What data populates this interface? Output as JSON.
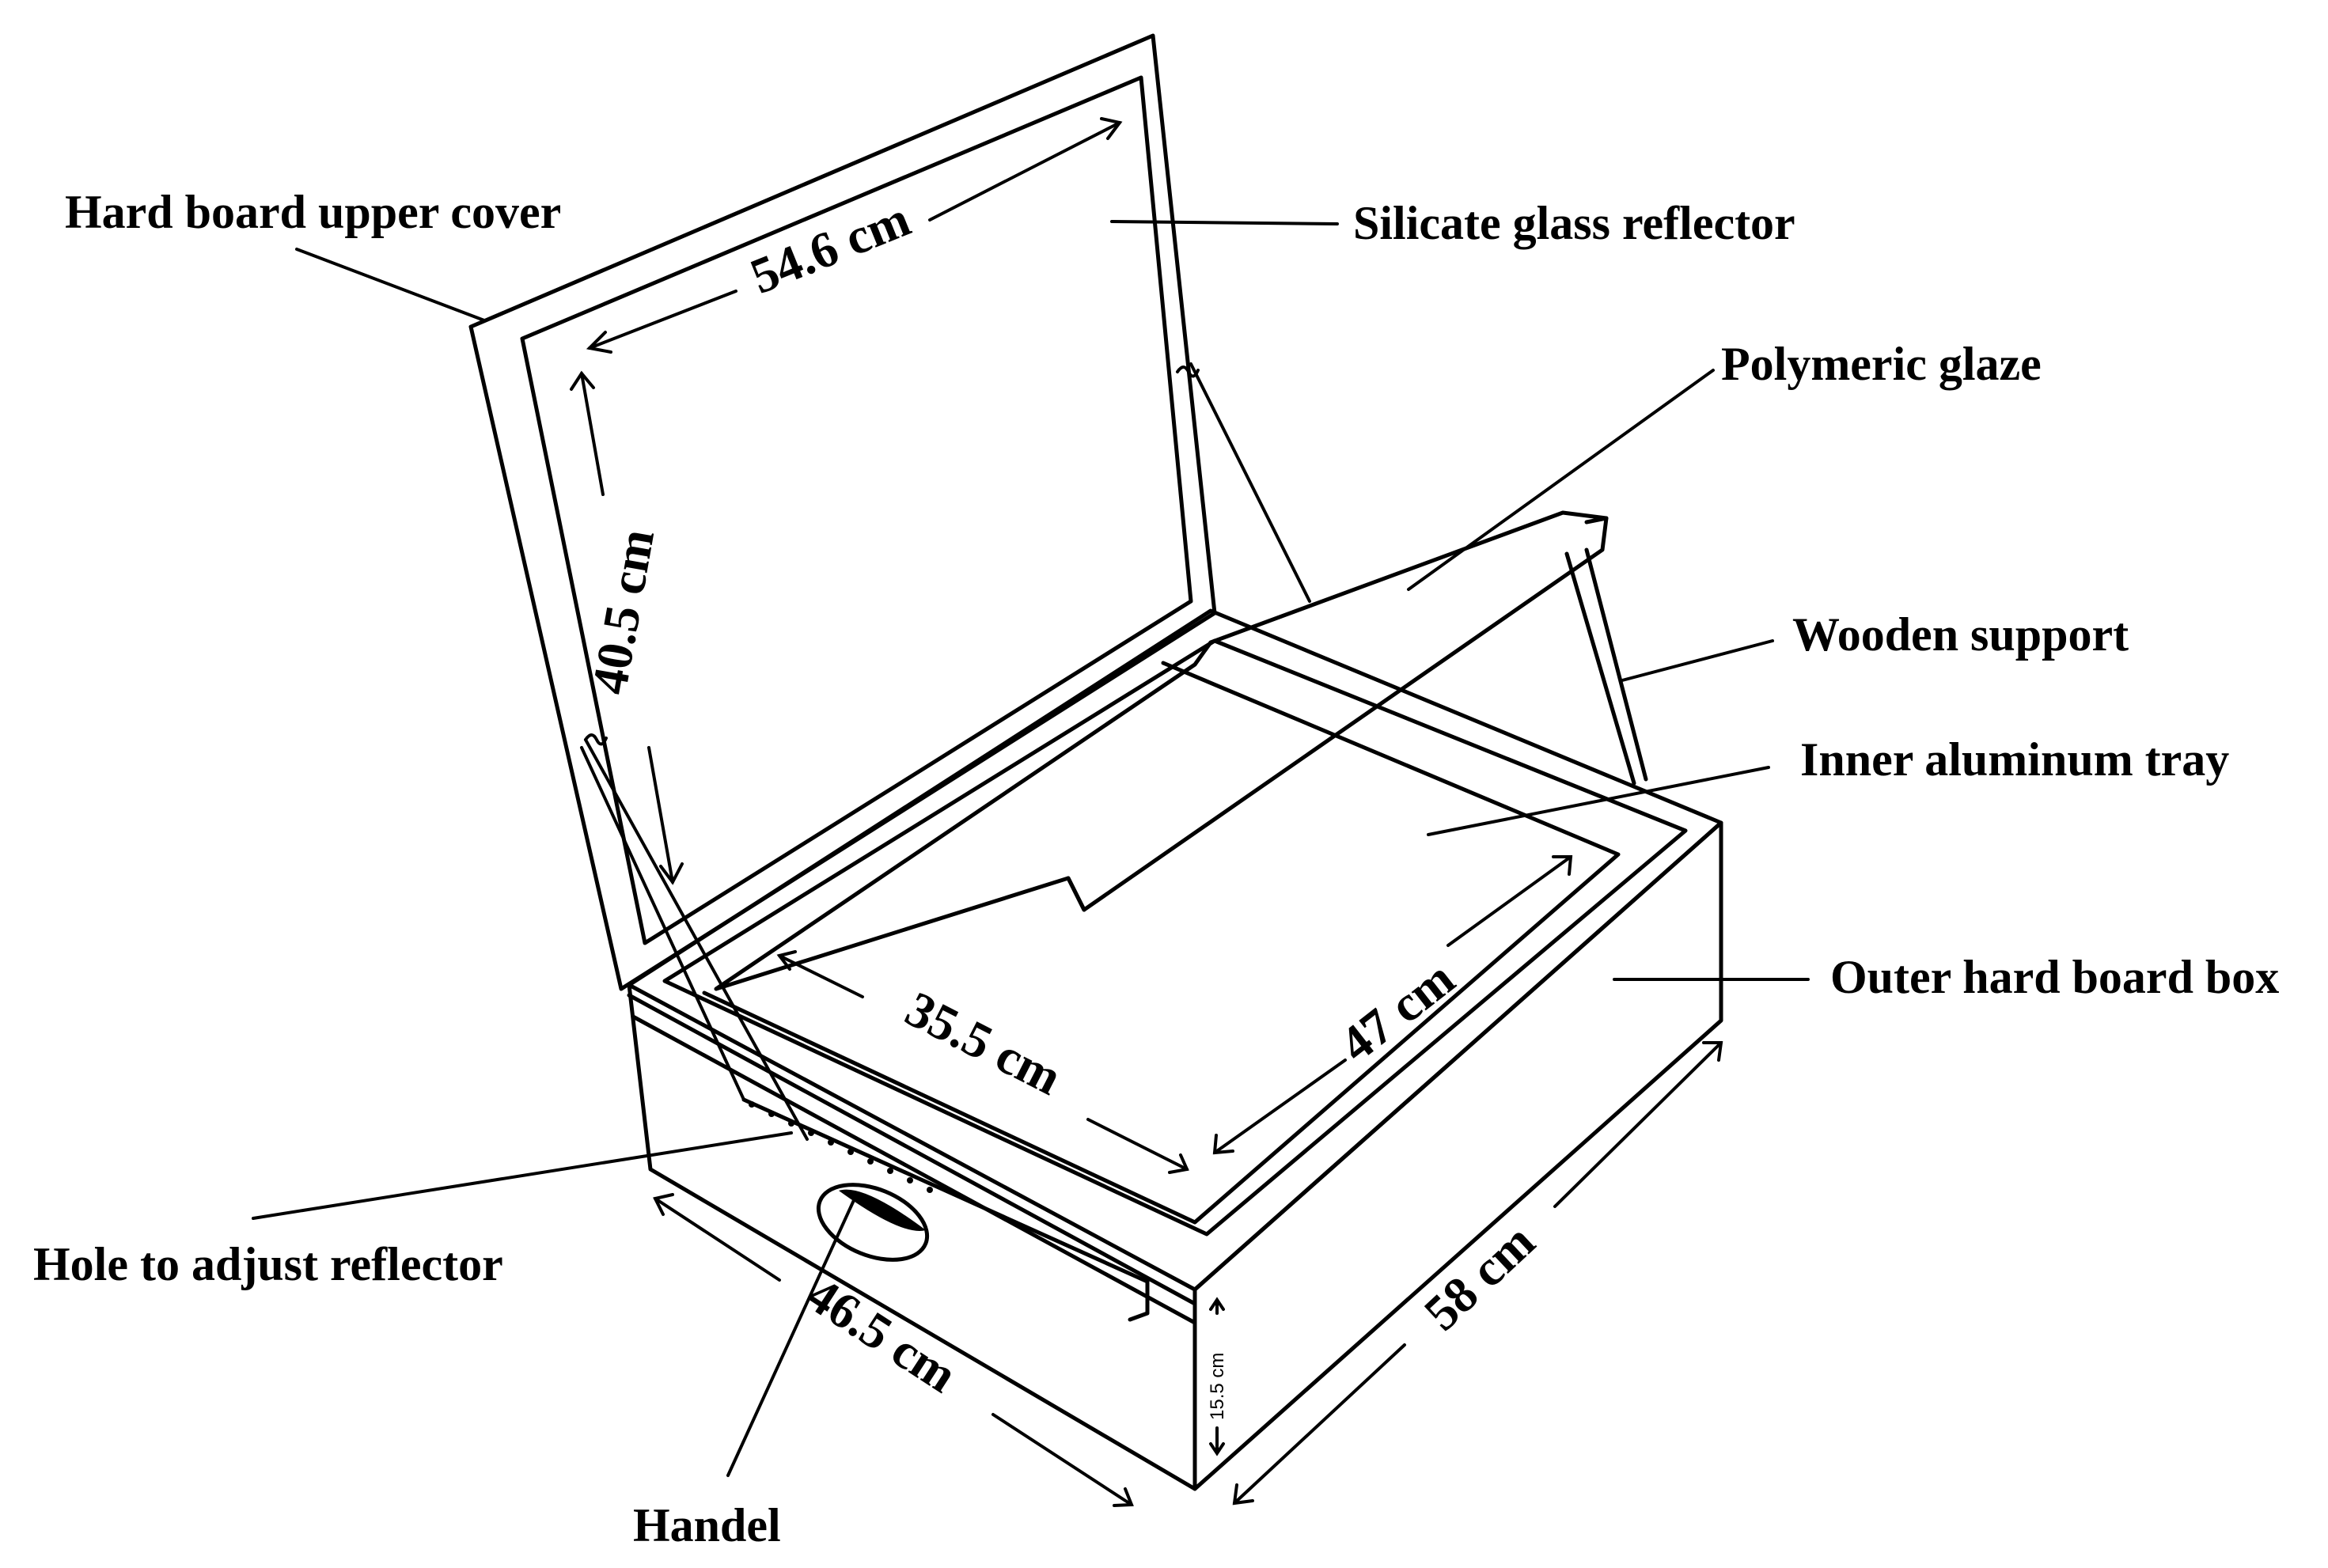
{
  "labels": {
    "upper_cover": "Hard board upper cover",
    "glass_reflector": "Silicate glass reflector",
    "polymeric_glaze": "Polymeric glaze",
    "wooden_support": "Wooden support",
    "aluminum_tray": "Inner aluminum tray",
    "outer_box": "Outer hard board box",
    "adjust_hole": "Hole to adjust reflector",
    "handle": "Handel"
  },
  "dimensions": {
    "reflector_width": "54.6 cm",
    "reflector_height": "40.5 cm",
    "tray_width": "35.5 cm",
    "tray_depth": "47 cm",
    "box_front": "46.5 cm",
    "box_side": "58 cm",
    "box_height": "15.5 cm"
  }
}
